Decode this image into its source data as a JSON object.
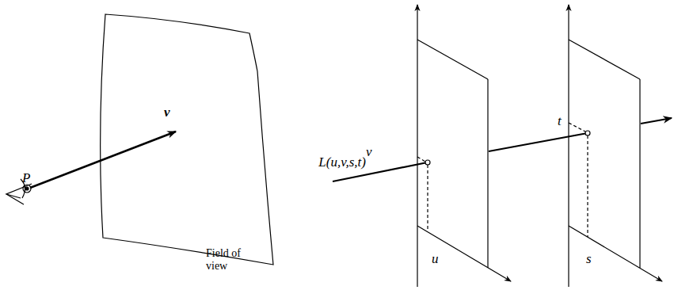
{
  "diagram": {
    "nodes": [
      {
        "text": [
          "Field of view"
        ]
      }
    ],
    "labels": [
      "P",
      "v",
      "L(u,v,s,t)",
      "v",
      "u",
      "t",
      "s"
    ]
  }
}
